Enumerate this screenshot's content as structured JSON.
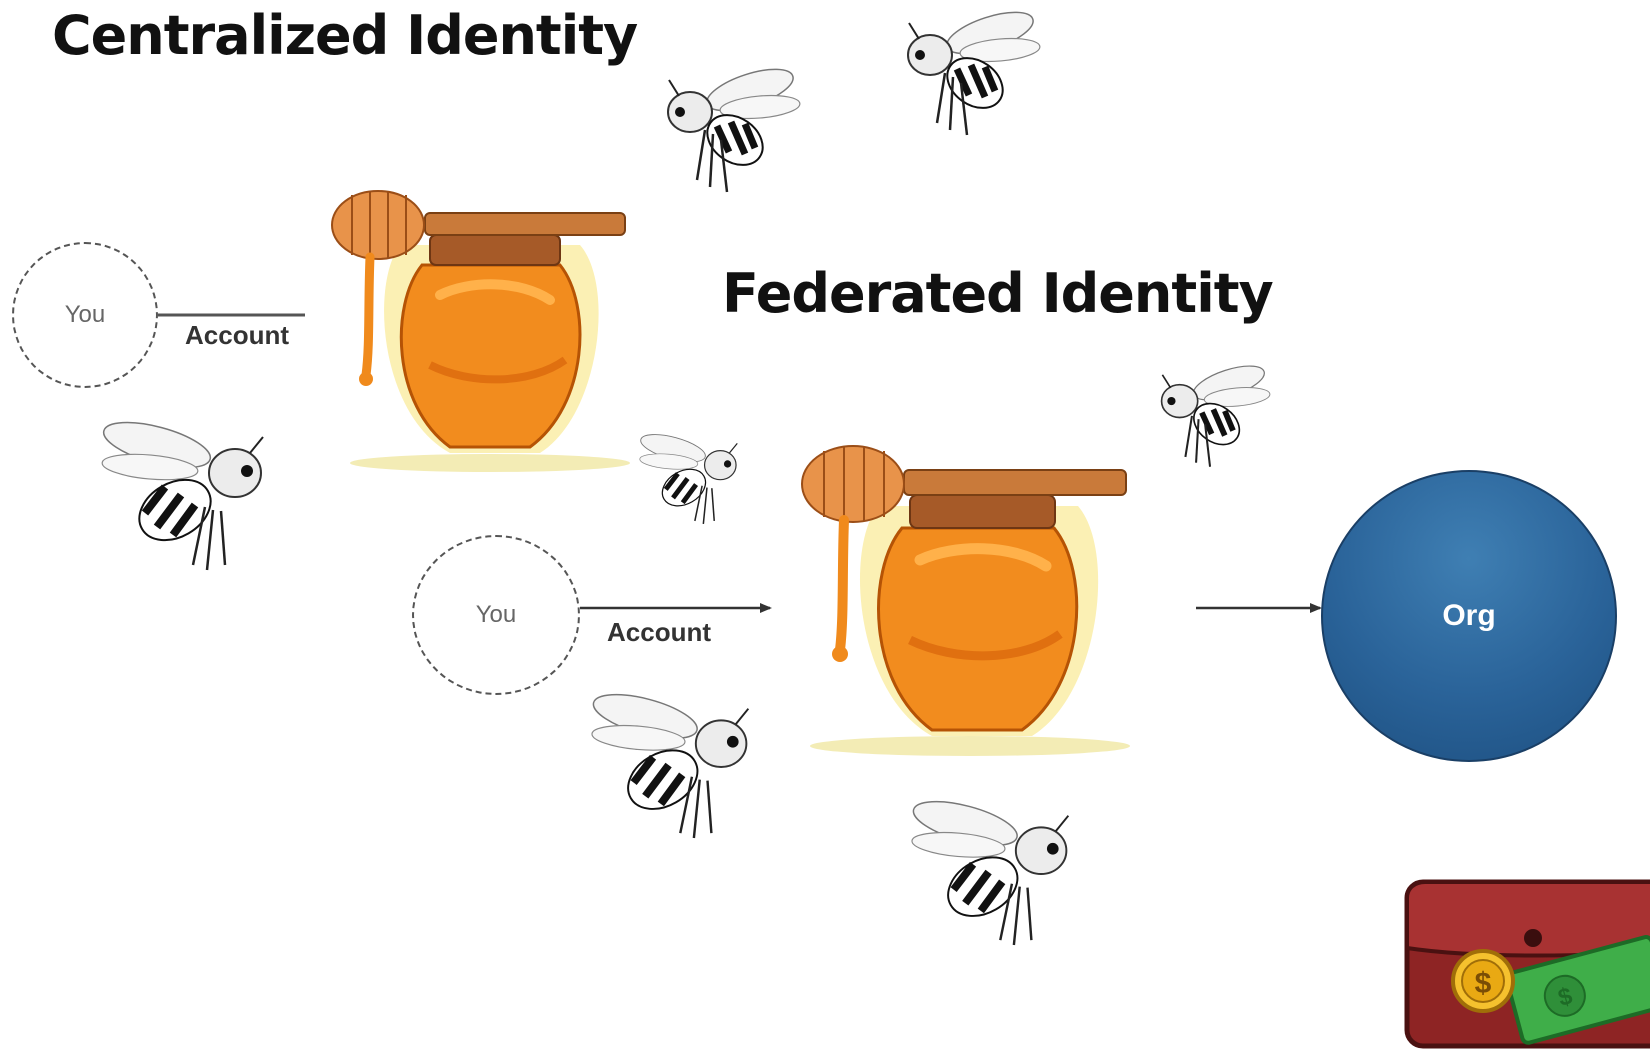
{
  "titles": {
    "centralized": "Centralized Identity",
    "federated": "Federated Identity"
  },
  "nodes": {
    "you_1": "You",
    "you_2": "You",
    "account_1": "Account",
    "account_2": "Account",
    "org": "Org"
  },
  "icons": {
    "honey_pot": "honey-pot-icon",
    "bee": "bee-icon",
    "wallet": "wallet-icon"
  },
  "colors": {
    "org_fill": "#2a6399",
    "honey": "#f28c1e",
    "wallet": "#9b2a2a"
  }
}
